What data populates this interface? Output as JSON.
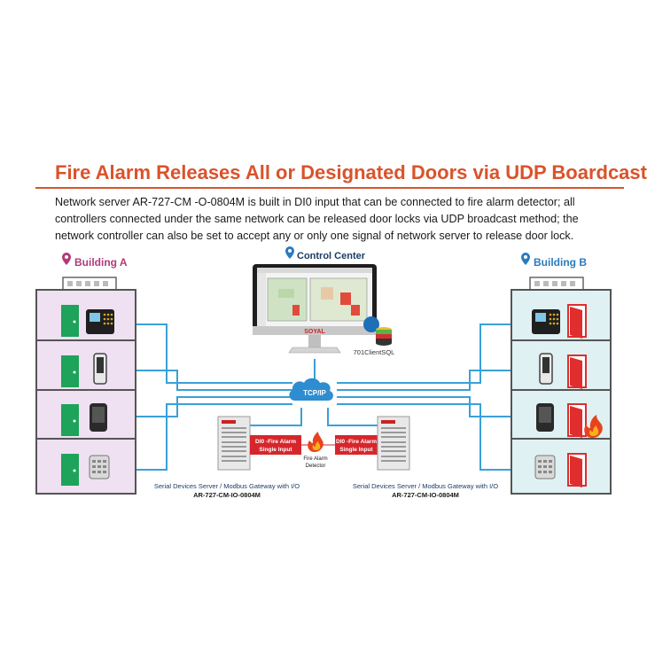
{
  "title": "Fire Alarm Releases All or Designated Doors via UDP Boardcast",
  "description": "Network server AR-727-CM -O-0804M is built in DI0 input that can be connected to fire alarm detector; all controllers connected under the same network can be released door locks via UDP broadcast method; the network controller can also be set to accept any or only one signal of network server to release door lock.",
  "building_a": {
    "label": "Building A",
    "color": "#b23a7a",
    "floor_color": "#efe0f2"
  },
  "building_b": {
    "label": "Building B",
    "color": "#2a7bc0",
    "floor_color": "#dff1f2"
  },
  "control_center": {
    "label": "Control Center",
    "brand": "SOYAL",
    "software": "701ClientSQL"
  },
  "network": {
    "label": "TCP/IP",
    "line_color": "#3aa0d8"
  },
  "gateway_left": {
    "input_label_1": "DI0 -Fire Alarm",
    "input_label_2": "Single Input",
    "caption": "Serial Devices Server / Modbus Gateway with I/O",
    "model": "AR-727-CM-IO-0804M"
  },
  "gateway_right": {
    "input_label_1": "DI0 -Fire Alarm",
    "input_label_2": "Single Input",
    "caption": "Serial Devices Server / Modbus Gateway with I/O",
    "model": "AR-727-CM-IO-0804M"
  },
  "fire_detector": {
    "label_1": "Fire Alarm",
    "label_2": "Detector"
  },
  "colors": {
    "accent": "#d9532b",
    "door_green": "#1ea35a",
    "door_red": "#e02d2d",
    "badge_red": "#d6262c"
  }
}
